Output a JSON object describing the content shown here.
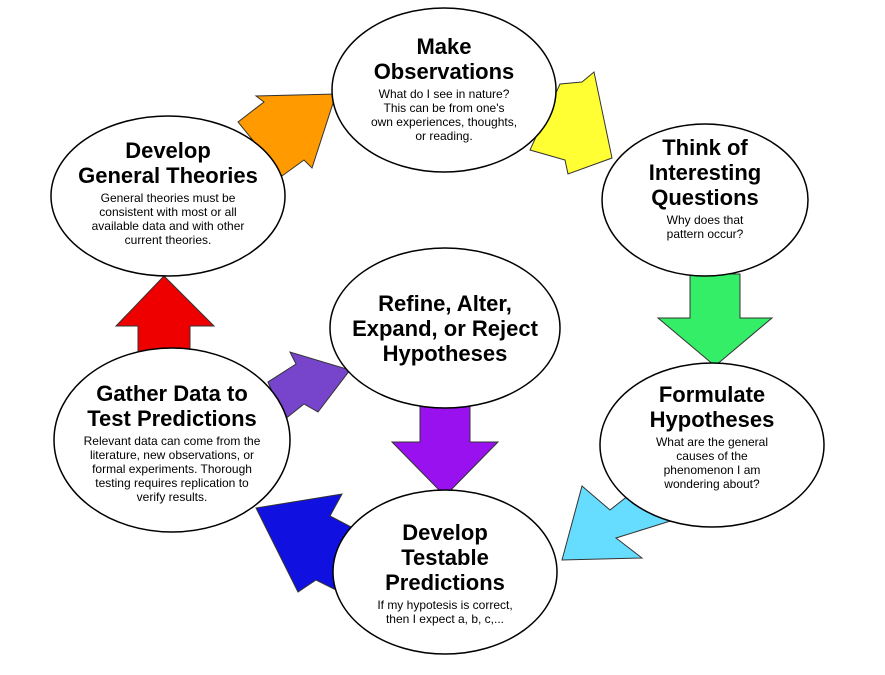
{
  "nodes": {
    "observations": {
      "title": "Make\nObservations",
      "description": "What do I see in nature?\nThis can be from one's\nown experiences, thoughts,\nor reading."
    },
    "questions": {
      "title": "Think of\nInteresting\nQuestions",
      "description": "Why does that\npattern occur?"
    },
    "hypotheses": {
      "title": "Formulate\nHypotheses",
      "description": "What are the general\ncauses of the\nphenomenon I am\nwondering about?"
    },
    "predictions": {
      "title": "Develop\nTestable\nPredictions",
      "description": "If my hypotesis is correct,\nthen I expect a, b, c,..."
    },
    "gather": {
      "title": "Gather Data to\nTest Predictions",
      "description": "Relevant data can come from the\nliterature, new observations, or\nformal experiments.  Thorough\ntesting requires replication to\nverify results."
    },
    "theories": {
      "title": "Develop\nGeneral Theories",
      "description": "General theories must be\nconsistent with most or all\navailable data and with other\ncurrent theories."
    },
    "refine": {
      "title": "Refine, Alter,\nExpand, or Reject\nHypotheses",
      "description": ""
    }
  },
  "arrow_colors": {
    "theories_to_observations": "#ff9a00",
    "observations_to_questions": "#ffff33",
    "questions_to_hypotheses": "#33ee66",
    "hypotheses_to_predictions": "#66ddff",
    "predictions_to_gather": "#1010e0",
    "gather_to_theories": "#ee0000",
    "gather_to_refine": "#7744cc",
    "refine_to_predictions": "#9911ee"
  }
}
